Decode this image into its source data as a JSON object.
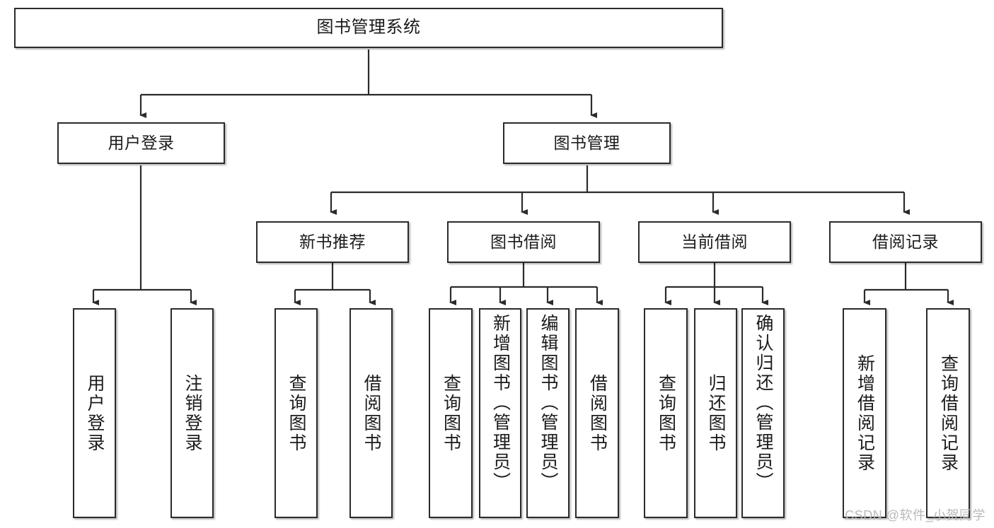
{
  "diagram": {
    "title": "图书管理系统",
    "type": "tree-hierarchy-chart",
    "orientation": "top-down",
    "colors": {
      "box_border": "#2b2b2b",
      "box_fill": "#ffffff",
      "connector": "#2b2b2b",
      "text": "#1b1b1b",
      "watermark": "#b9b9b9"
    }
  },
  "root": {
    "label": "图书管理系统"
  },
  "level2": [
    {
      "label": "用户登录"
    },
    {
      "label": "图书管理"
    }
  ],
  "level3": [
    {
      "label": "新书推荐"
    },
    {
      "label": "图书借阅"
    },
    {
      "label": "当前借阅"
    },
    {
      "label": "借阅记录"
    }
  ],
  "leaves": {
    "user_login": [
      {
        "label": "用户登录"
      },
      {
        "label": "注销登录"
      }
    ],
    "new_book_recommend": [
      {
        "label": "查询图书"
      },
      {
        "label": "借阅图书"
      }
    ],
    "book_borrow": [
      {
        "label": "查询图书"
      },
      {
        "label": "新增图书（管理员）"
      },
      {
        "label": "编辑图书（管理员）"
      },
      {
        "label": "借阅图书"
      }
    ],
    "current_borrow": [
      {
        "label": "查询图书"
      },
      {
        "label": "归还图书"
      },
      {
        "label": "确认归还（管理员）"
      }
    ],
    "borrow_record": [
      {
        "label": "新增借阅记录"
      },
      {
        "label": "查询借阅记录"
      }
    ]
  },
  "watermark": {
    "text": "CSDN @软件_小贺同学"
  }
}
